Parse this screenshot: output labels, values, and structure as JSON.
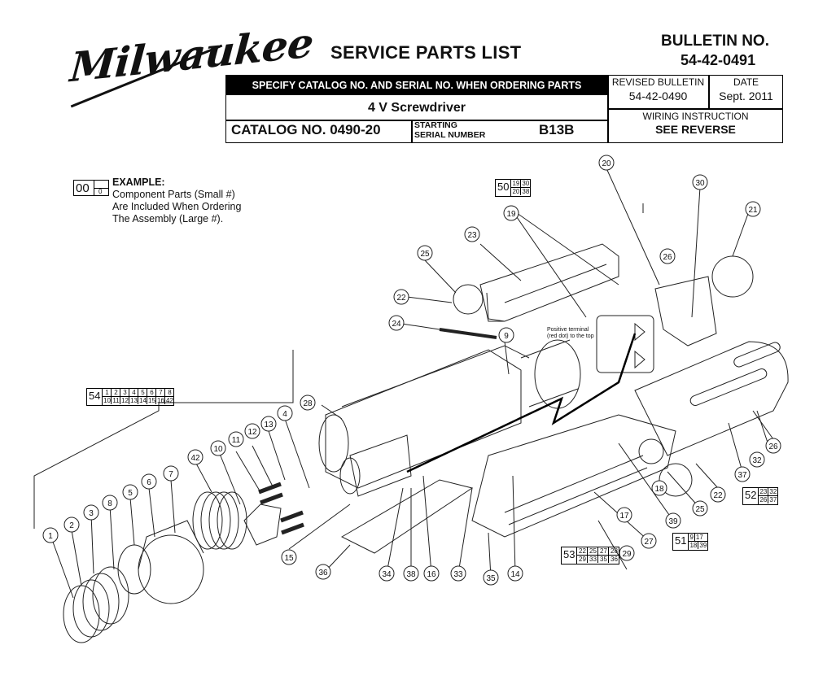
{
  "brand": "Milwaukee",
  "header": {
    "title": "SERVICE PARTS LIST",
    "bulletin_label": "BULLETIN NO.",
    "bulletin_no": "54-42-0491",
    "specify": "SPECIFY CATALOG NO. AND SERIAL NO. WHEN ORDERING PARTS",
    "product": "4 V Screwdriver",
    "catalog": "CATALOG NO. 0490-20",
    "starting_serial_line1": "STARTING",
    "starting_serial_line2": "SERIAL NUMBER",
    "serial": "B13B",
    "revised_label": "REVISED BULLETIN",
    "revised_no": "54-42-0490",
    "date_label": "DATE",
    "date": "Sept. 2011",
    "wiring_label": "WIRING INSTRUCTION",
    "wiring_value": "SEE REVERSE"
  },
  "example": {
    "title": "EXAMPLE:",
    "line1": "Component Parts (Small #)",
    "line2": "Are Included When Ordering",
    "line3": "The Assembly (Large #).",
    "big": "00",
    "small": "0"
  },
  "note": {
    "line1": "Positive terminal",
    "line2": "(red dot) to the top"
  },
  "parts": [
    "1",
    "2",
    "3",
    "4",
    "5",
    "6",
    "7",
    "8",
    "9",
    "10",
    "11",
    "12",
    "13",
    "14",
    "15",
    "16",
    "17",
    "18",
    "19",
    "20",
    "21",
    "22",
    "22",
    "23",
    "24",
    "25",
    "25",
    "26",
    "26",
    "27",
    "28",
    "29",
    "30",
    "32",
    "33",
    "34",
    "35",
    "36",
    "37",
    "38",
    "39",
    "42"
  ],
  "kits": {
    "k50": {
      "num": "50",
      "row1": [
        "19",
        "30"
      ],
      "row2": [
        "20",
        "38"
      ]
    },
    "k54": {
      "num": "54",
      "row1": [
        "1",
        "2",
        "3",
        "4",
        "5",
        "6",
        "7",
        "8"
      ],
      "row2": [
        "10",
        "11",
        "12",
        "13",
        "14",
        "15",
        "16",
        "42"
      ]
    },
    "k52": {
      "num": "52",
      "row1": [
        "23",
        "32"
      ],
      "row2": [
        "26",
        "37"
      ]
    },
    "k53": {
      "num": "53",
      "row1": [
        "22",
        "25",
        "27",
        "28"
      ],
      "row2": [
        "29",
        "33",
        "35",
        "36"
      ]
    },
    "k51": {
      "num": "51",
      "row1": [
        "9",
        "17"
      ],
      "row2": [
        "18",
        "39"
      ]
    }
  }
}
